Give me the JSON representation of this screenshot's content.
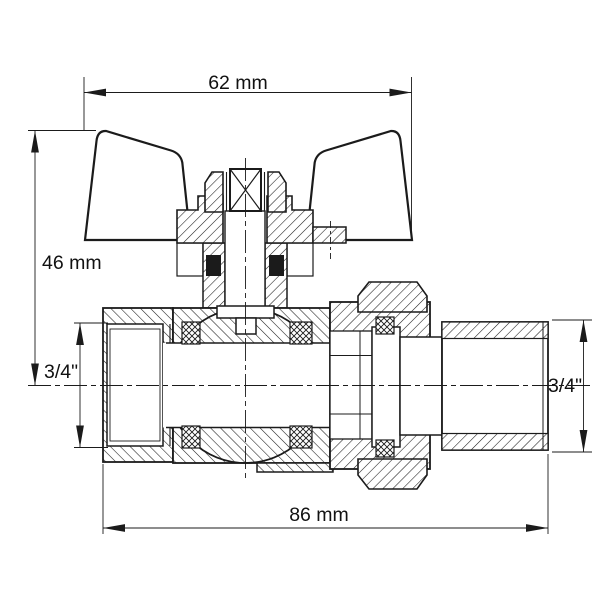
{
  "drawing": {
    "type": "sectional technical drawing of a ball valve with butterfly handle and union tailpiece",
    "background": "#ffffff",
    "line_color": "#1b1b1b",
    "labels": {
      "dim_width_top": "62 mm",
      "dim_height_left": "46 mm",
      "thread_left": "3/4\"",
      "thread_right": "3/4\"",
      "dim_length_bottom": "86 mm"
    }
  }
}
